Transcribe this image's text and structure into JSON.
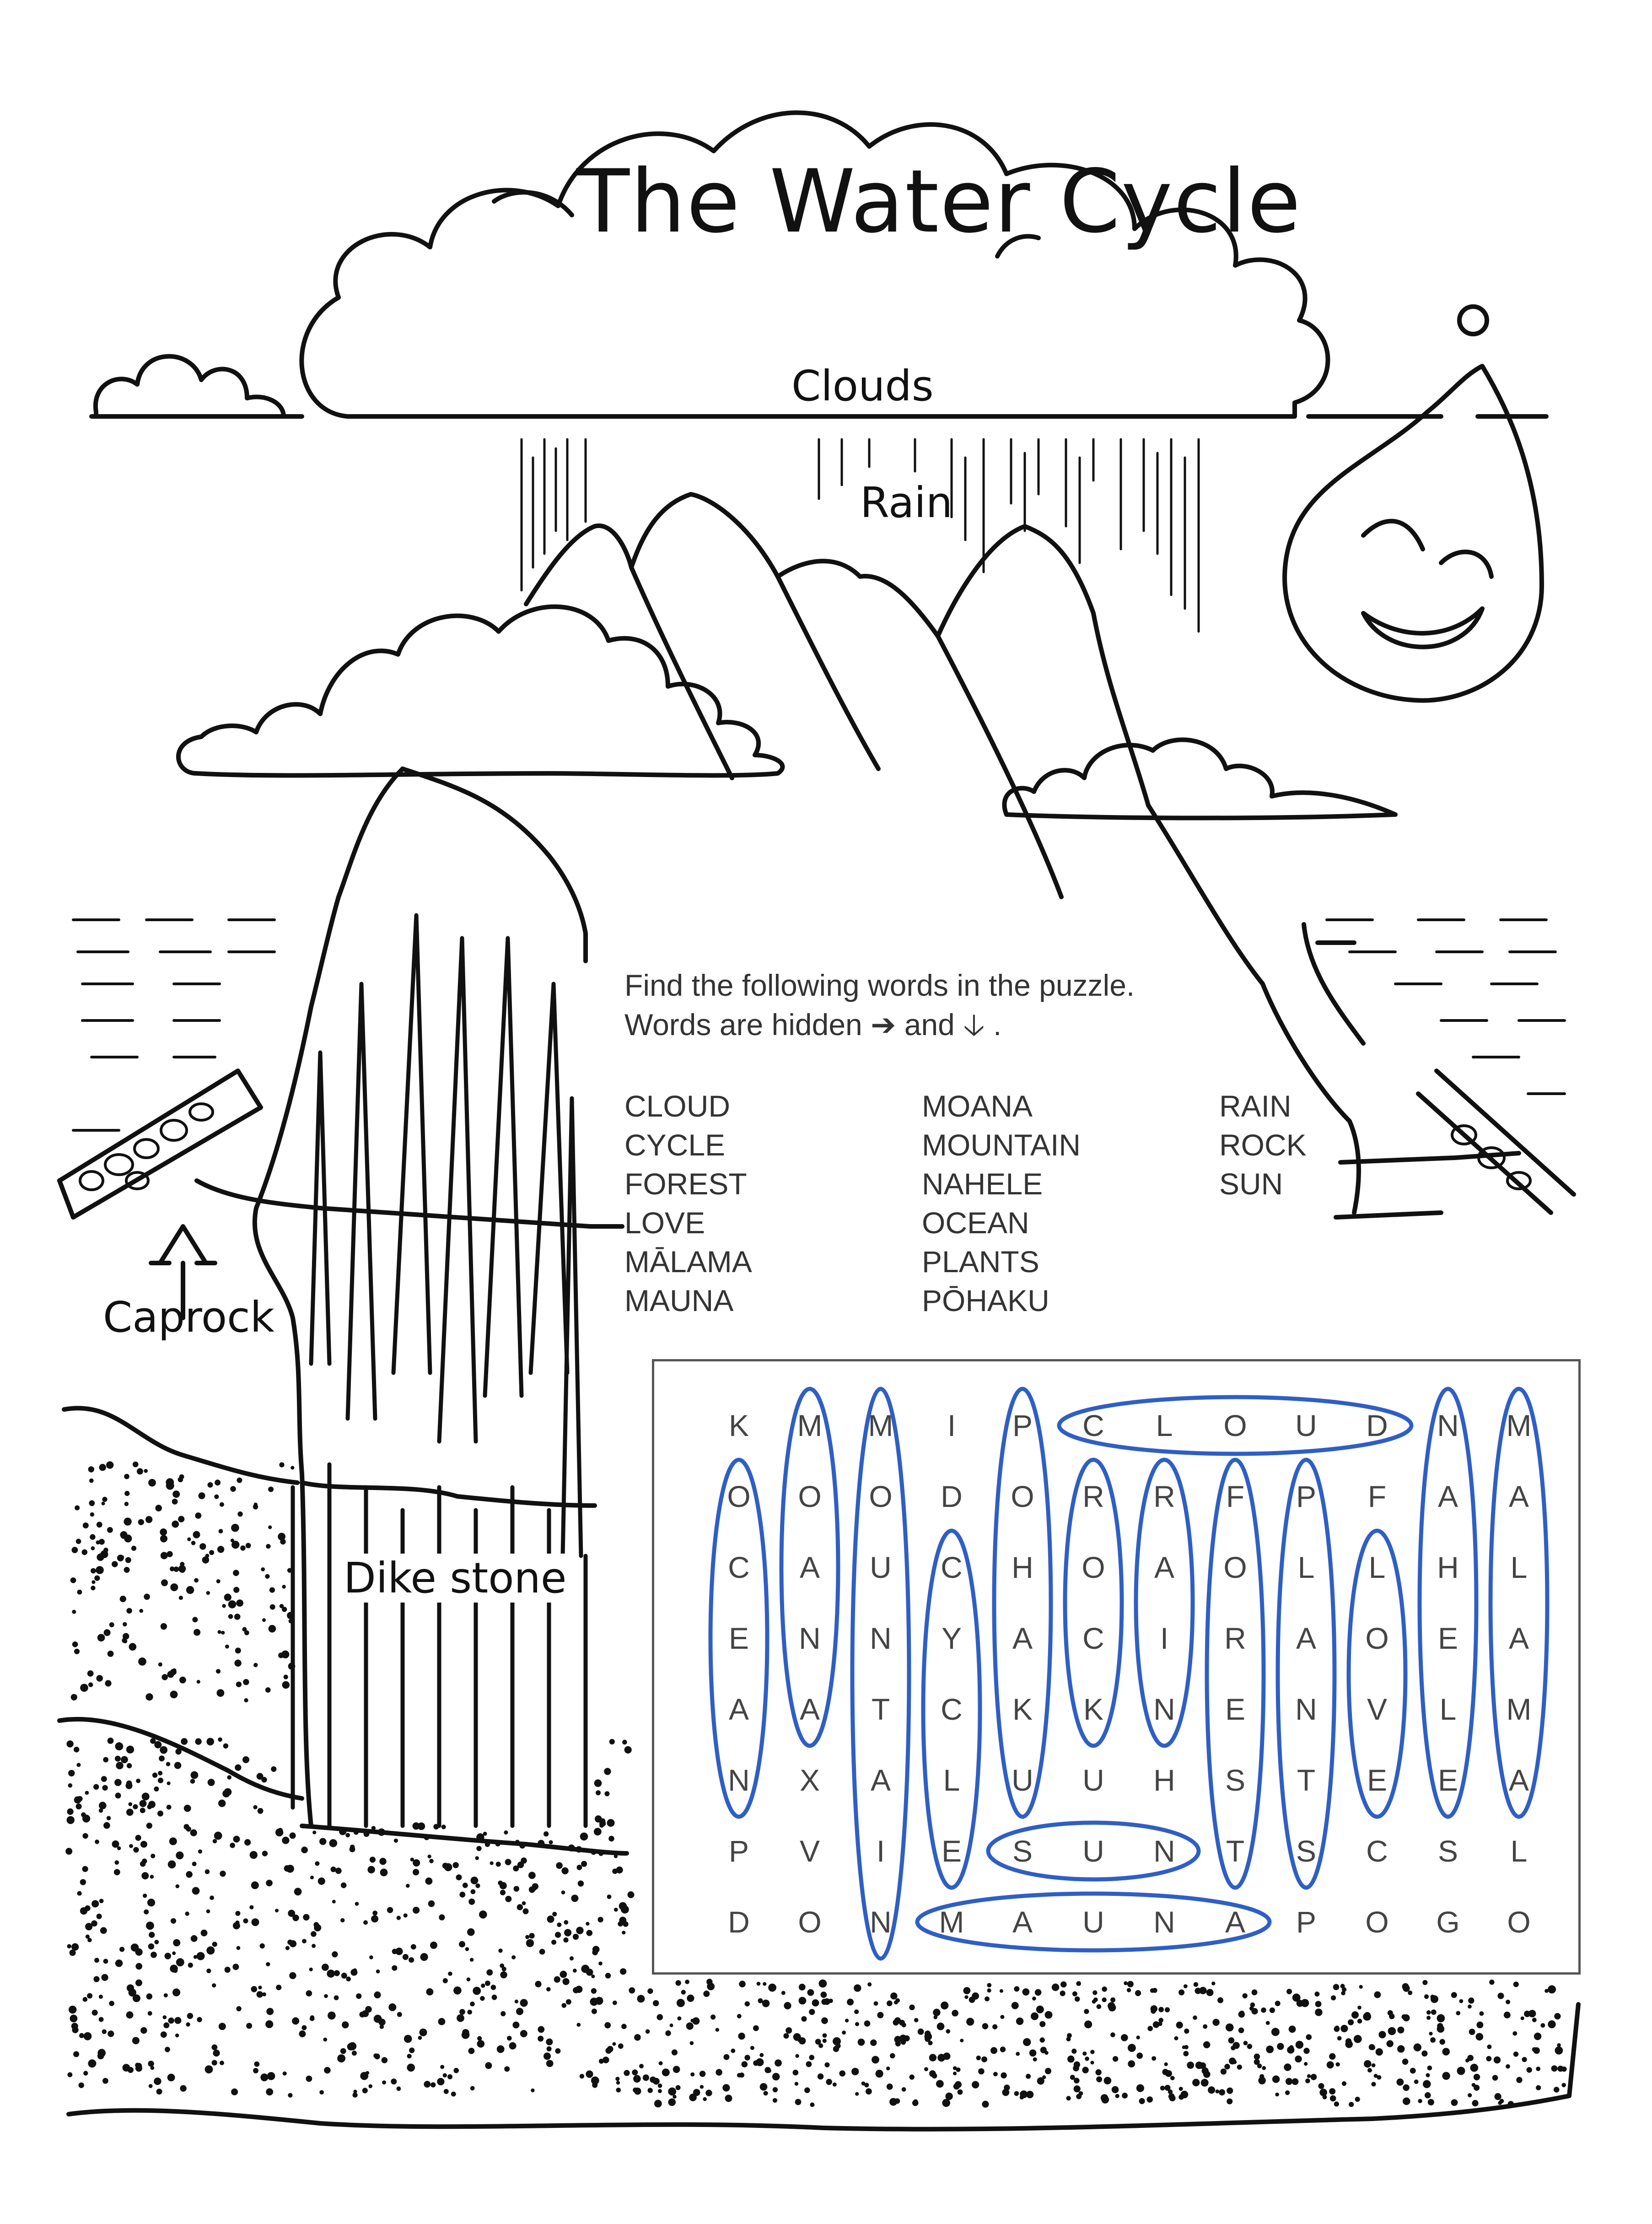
{
  "title": "The Water Cycle",
  "labels": {
    "clouds": "Clouds",
    "rain": "Rain",
    "caprock": "Caprock",
    "dike_stone": "Dike stone"
  },
  "instructions": {
    "line1": "Find the following words in the puzzle.",
    "line2_prefix": "Words are hidden",
    "arrow_right": "➔",
    "and_text": "and",
    "arrow_down": "🡣",
    "line2_suffix": "."
  },
  "word_list": {
    "column1": [
      "CLOUD",
      "CYCLE",
      "FOREST",
      "LOVE",
      "MĀLAMA",
      "MAUNA"
    ],
    "column2": [
      "MOANA",
      "MOUNTAIN",
      "NAHELE",
      "OCEAN",
      "PLANTS",
      "PŌHAKU"
    ],
    "column3": [
      "RAIN",
      "ROCK",
      "SUN"
    ]
  },
  "puzzle": {
    "rows": [
      [
        "K",
        "M",
        "M",
        "I",
        "P",
        "C",
        "L",
        "O",
        "U",
        "D",
        "N",
        "M"
      ],
      [
        "O",
        "O",
        "O",
        "D",
        "O",
        "R",
        "R",
        "F",
        "P",
        "F",
        "A",
        "A"
      ],
      [
        "C",
        "A",
        "U",
        "C",
        "H",
        "O",
        "A",
        "O",
        "L",
        "L",
        "H",
        "L"
      ],
      [
        "E",
        "N",
        "N",
        "Y",
        "A",
        "C",
        "I",
        "R",
        "A",
        "O",
        "E",
        "A"
      ],
      [
        "A",
        "A",
        "T",
        "C",
        "K",
        "K",
        "N",
        "E",
        "N",
        "V",
        "L",
        "M"
      ],
      [
        "N",
        "X",
        "A",
        "L",
        "U",
        "U",
        "H",
        "S",
        "T",
        "E",
        "E",
        "A"
      ],
      [
        "P",
        "V",
        "I",
        "E",
        "S",
        "U",
        "N",
        "T",
        "S",
        "C",
        "S",
        "L"
      ],
      [
        "D",
        "O",
        "N",
        "M",
        "A",
        "U",
        "N",
        "A",
        "P",
        "O",
        "G",
        "O"
      ]
    ],
    "found_words": [
      {
        "word": "CLOUD",
        "direction": "across",
        "row": 0,
        "col_start": 5,
        "col_end": 9
      },
      {
        "word": "SUN",
        "direction": "across",
        "row": 6,
        "col_start": 4,
        "col_end": 6
      },
      {
        "word": "MAUNA",
        "direction": "across",
        "row": 7,
        "col_start": 3,
        "col_end": 7
      },
      {
        "word": "OCEAN",
        "direction": "down",
        "col": 0,
        "row_start": 1,
        "row_end": 5
      },
      {
        "word": "MOANA",
        "direction": "down",
        "col": 1,
        "row_start": 0,
        "row_end": 4
      },
      {
        "word": "MOUNTAIN",
        "direction": "down",
        "col": 2,
        "row_start": 0,
        "row_end": 7
      },
      {
        "word": "CYCLE",
        "direction": "down",
        "col": 3,
        "row_start": 2,
        "row_end": 6
      },
      {
        "word": "POHAKU",
        "direction": "down",
        "col": 4,
        "row_start": 0,
        "row_end": 5
      },
      {
        "word": "ROCK",
        "direction": "down",
        "col": 5,
        "row_start": 1,
        "row_end": 4
      },
      {
        "word": "RAIN",
        "direction": "down",
        "col": 6,
        "row_start": 1,
        "row_end": 4
      },
      {
        "word": "FOREST",
        "direction": "down",
        "col": 7,
        "row_start": 1,
        "row_end": 6
      },
      {
        "word": "PLANTS",
        "direction": "down",
        "col": 8,
        "row_start": 1,
        "row_end": 6
      },
      {
        "word": "LOVE",
        "direction": "down",
        "col": 9,
        "row_start": 2,
        "row_end": 5
      },
      {
        "word": "NAHELE",
        "direction": "down",
        "col": 10,
        "row_start": 0,
        "row_end": 5
      },
      {
        "word": "MALAMA",
        "direction": "down",
        "col": 11,
        "row_start": 0,
        "row_end": 5
      }
    ]
  },
  "colors": {
    "ink": "#111111",
    "circle": "#2f5fc4",
    "puzzle_text": "#444444",
    "instruction_text": "#333333"
  }
}
